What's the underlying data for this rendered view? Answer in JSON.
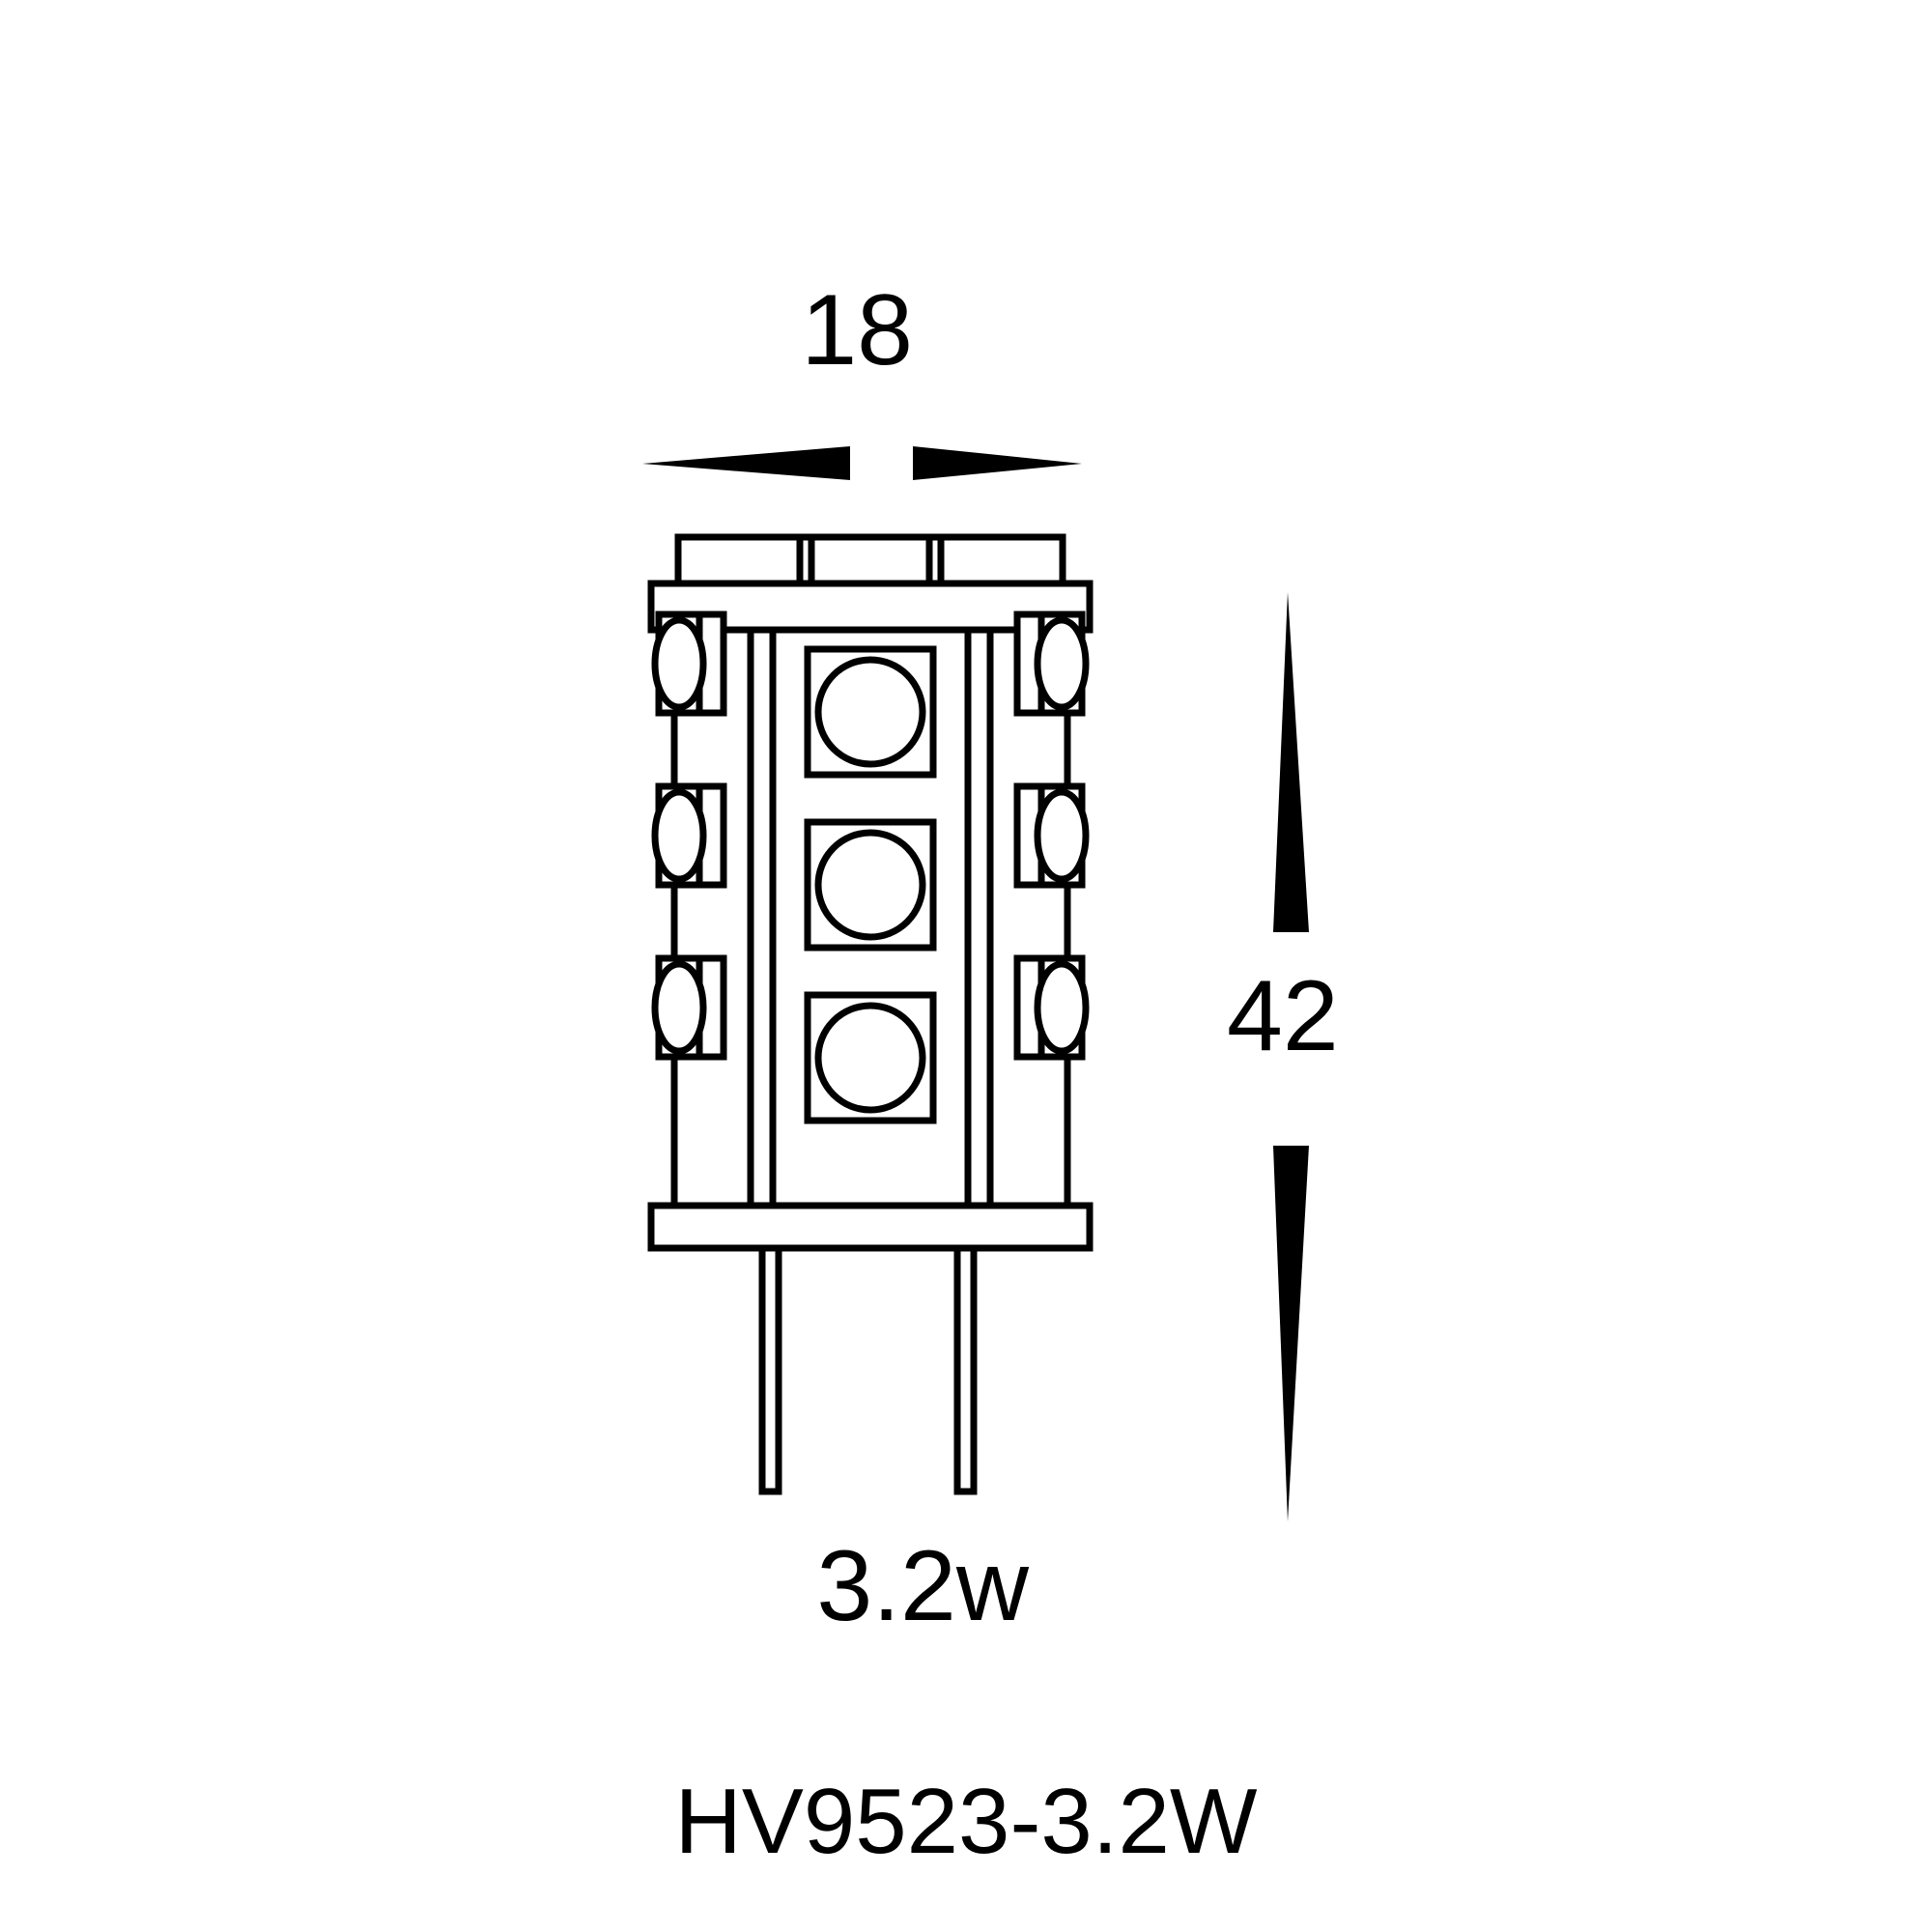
{
  "drawing": {
    "title": "HV9523-3.2W",
    "type": "technical-line-drawing",
    "subject": "G4 bi-pin LED lamp, side view",
    "stroke_color": "#000000",
    "fill_color": "#ffffff",
    "background_color": "#ffffff"
  },
  "dimensions": {
    "width_label": "18",
    "height_label": "42",
    "unit": "mm"
  },
  "annotations": {
    "wattage": "3.2w",
    "model_number": "HV9523-3.2W"
  },
  "geometry": {
    "top_cap_segments": 3,
    "center_led_count": 3,
    "left_led_count": 3,
    "right_led_count": 3,
    "pin_count": 2
  }
}
